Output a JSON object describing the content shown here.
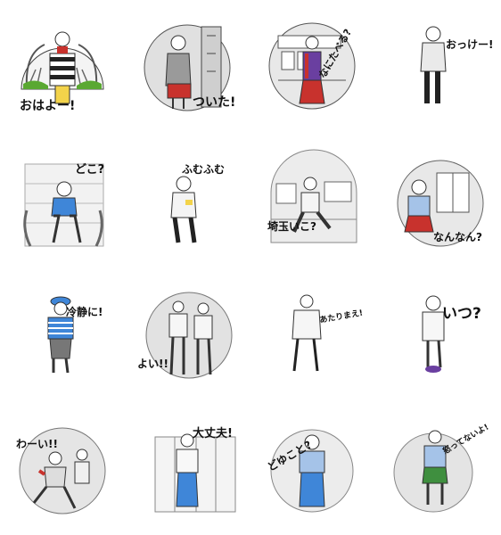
{
  "colors": {
    "line": "#3a3a3a",
    "accent_red": "#c8322d",
    "accent_blue": "#3f86d8",
    "accent_purple": "#6a3fa0",
    "accent_green": "#3f8f3f",
    "accent_yellow": "#f3d34a",
    "bg_gray": "#d9d9d9"
  },
  "stickers": [
    {
      "caption": "おはよー!",
      "icon": "striped-figure-with-tree-icon"
    },
    {
      "caption": "ついた!",
      "icon": "figure-at-door-icon"
    },
    {
      "caption": "なにたべる?",
      "icon": "figure-in-shop-icon"
    },
    {
      "caption": "おっけー!",
      "icon": "standing-figure-icon"
    },
    {
      "caption": "どこ?",
      "icon": "seated-figure-icon"
    },
    {
      "caption": "ふむふむ",
      "icon": "thinking-figure-icon"
    },
    {
      "caption": "埼玉いこ?",
      "icon": "walking-figure-icon"
    },
    {
      "caption": "なんなん?",
      "icon": "figure-at-window-icon"
    },
    {
      "caption": "冷静に!",
      "icon": "hat-figure-icon"
    },
    {
      "caption": "よい!!",
      "icon": "two-figures-icon"
    },
    {
      "caption": "あたりまえ!",
      "icon": "sweater-figure-icon"
    },
    {
      "caption": "いつ?",
      "icon": "purple-shoes-figure-icon"
    },
    {
      "caption": "わーい!!",
      "icon": "jumping-figures-icon"
    },
    {
      "caption": "大丈夫!",
      "icon": "figure-by-lockers-icon"
    },
    {
      "caption": "どゆこと?",
      "icon": "blue-jeans-figure-icon"
    },
    {
      "caption": "怒ってないよ!",
      "icon": "green-shorts-figure-icon"
    }
  ]
}
